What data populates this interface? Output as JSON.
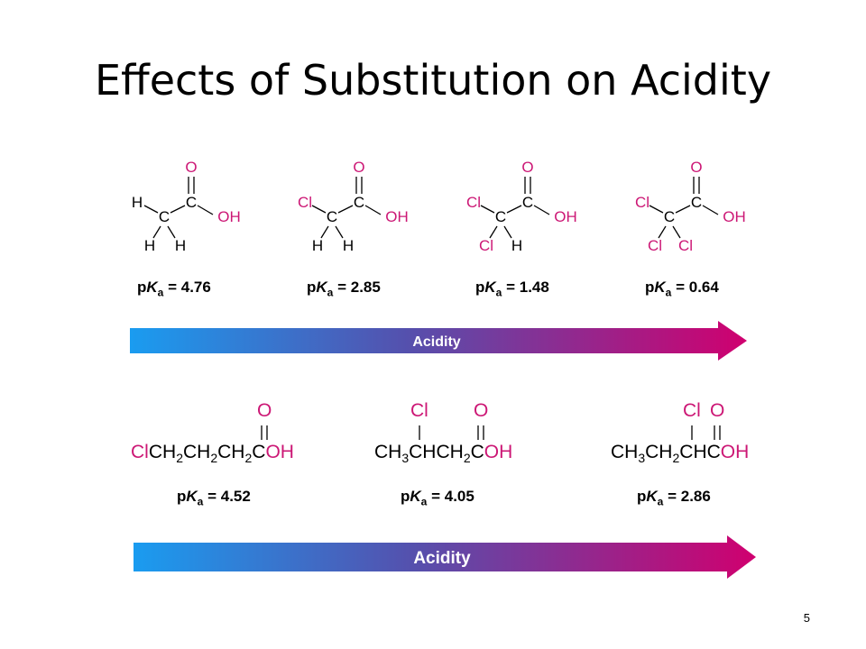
{
  "slide": {
    "title": "Effects of Substitution on Acidity",
    "page_number": "5"
  },
  "colors": {
    "heteroatom": "#cc1775",
    "arrow_start": "#2196f3",
    "arrow_mid": "#5b4aa8",
    "arrow_end": "#d0006f"
  },
  "row1": {
    "molecules": [
      {
        "substituents": [
          "H",
          "H",
          "H"
        ],
        "carbon": "C",
        "carbonyl_carbon": "C",
        "oxygen": "O",
        "hydroxyl": "OH",
        "pka_value": "4.76"
      },
      {
        "substituents": [
          "Cl",
          "H",
          "H"
        ],
        "carbon": "C",
        "carbonyl_carbon": "C",
        "oxygen": "O",
        "hydroxyl": "OH",
        "pka_value": "2.85"
      },
      {
        "substituents": [
          "Cl",
          "Cl",
          "H"
        ],
        "carbon": "C",
        "carbonyl_carbon": "C",
        "oxygen": "O",
        "hydroxyl": "OH",
        "pka_value": "1.48"
      },
      {
        "substituents": [
          "Cl",
          "Cl",
          "Cl"
        ],
        "carbon": "C",
        "carbonyl_carbon": "C",
        "oxygen": "O",
        "hydroxyl": "OH",
        "pka_value": "0.64"
      }
    ],
    "pka_prefix": "p",
    "pka_k": "K",
    "pka_sub": "a",
    "pka_eq": " = ",
    "arrow_label": "Acidity"
  },
  "row2": {
    "molecules": [
      {
        "parts": [
          "Cl",
          "CH",
          "2",
          "CH",
          "2",
          "CH",
          "2",
          "C",
          "OH"
        ],
        "upper_o": "O",
        "upper_cl": "",
        "pka_value": "4.52"
      },
      {
        "parts": [
          "CH",
          "3",
          "CH",
          "CH",
          "2",
          "C",
          "OH"
        ],
        "upper_o": "O",
        "upper_cl": "Cl",
        "pka_value": "4.05"
      },
      {
        "parts": [
          "CH",
          "3",
          "CH",
          "2",
          "CH",
          "C",
          "OH"
        ],
        "upper_o": "O",
        "upper_cl": "Cl",
        "pka_value": "2.86"
      }
    ],
    "arrow_label": "Acidity"
  }
}
